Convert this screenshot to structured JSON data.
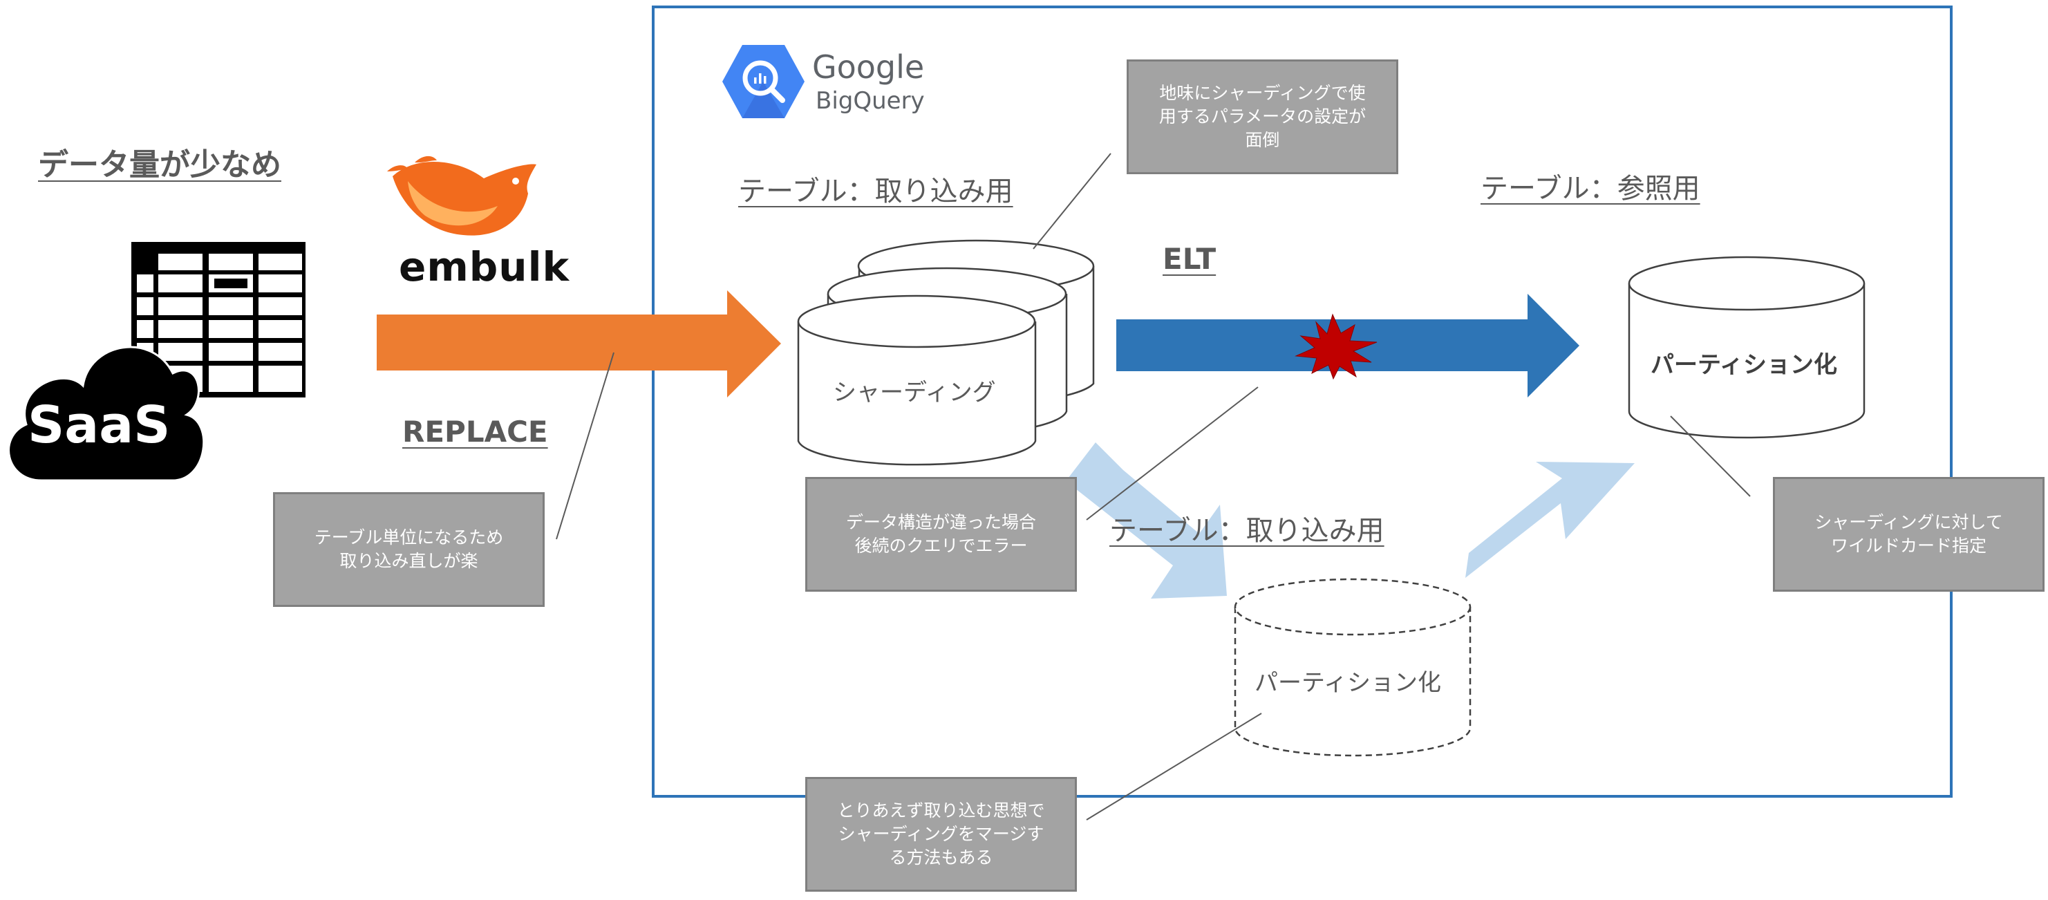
{
  "source_title": "データ量が少なめ",
  "saas_label": "SaaS",
  "embulk_label": "embulk",
  "replace_label": "REPLACE",
  "bigquery": {
    "google": "Google",
    "product": "BigQuery"
  },
  "tables": {
    "ingest_label": "テーブル：取り込み用",
    "ingest_label_2": "テーブル：取り込み用",
    "reference_label": "テーブル：参照用",
    "sharding_label": "シャーディング",
    "partition_label": "パーティション化",
    "partition_label_2": "パーティション化"
  },
  "elt_label": "ELT",
  "notes": {
    "replace_note": "テーブル単位になるため\n取り込み直しが楽",
    "sharding_param_note": "地味にシャーディングで使\n用するパラメータの設定が\n面倒",
    "schema_error_note": "データ構造が違った場合\n後続のクエリでエラー",
    "wildcard_note": "シャーディングに対して\nワイルドカード指定",
    "merge_note": "とりあえず取り込む思想で\nシャーディングをマージす\nる方法もある"
  },
  "colors": {
    "frame_blue": "#2e74b8",
    "arrow_orange": "#ed7d31",
    "arrow_blue": "#2e75b6",
    "arrow_light": "#bdd7ee",
    "burst_red": "#c00000",
    "note_fill": "#a3a3a3",
    "bigquery_blue": "#4285f4",
    "embulk_orange": "#f26b1d"
  }
}
